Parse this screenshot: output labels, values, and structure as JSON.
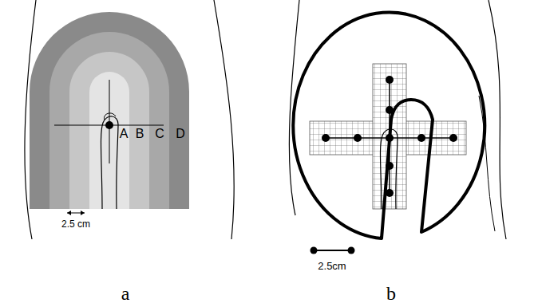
{
  "diagram": {
    "labels": [
      "A",
      "B",
      "C",
      "D",
      "2.5 cm",
      "a",
      "2.5cm",
      "b"
    ]
  }
}
